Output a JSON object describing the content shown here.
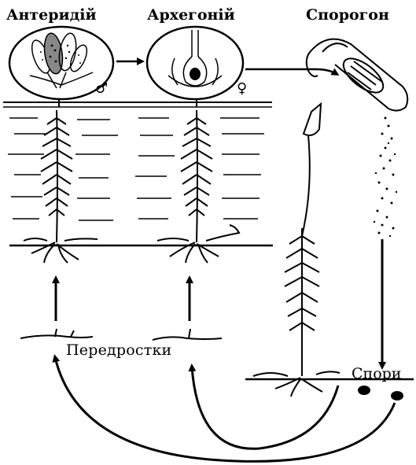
{
  "labels": {
    "antheridium": "Антеридій",
    "archegonium": "Архегоній",
    "sporogon": "Спорогон",
    "protonema": "Передростки",
    "spores": "Спори"
  },
  "symbols": {
    "male": "♂",
    "female": "♀"
  },
  "colors": {
    "ink": "#000000",
    "background": "#ffffff"
  }
}
